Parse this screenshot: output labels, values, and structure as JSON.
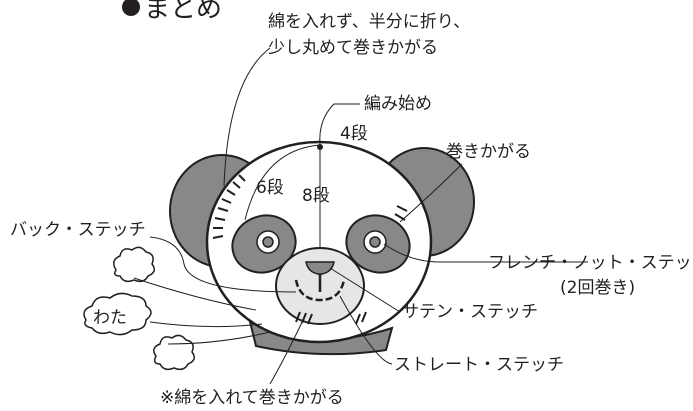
{
  "title": "まとめ",
  "labels": {
    "ear_top_line1": "綿を入れず、半分に折り、",
    "ear_top_line2": "少し丸めて巻きかがる",
    "start": "編み始め",
    "row4": "4段",
    "roll_whip": "巻きかがる",
    "row6": "6段",
    "row8": "8段",
    "back_stitch": "バック・ステッチ",
    "french_knot": "フレンチ・ノット・ステッチ",
    "french_knot_note": "(2回巻き)",
    "satin_stitch": "サテン・ステッチ",
    "wata": "わた",
    "straight_stitch": "ストレート・ステッチ",
    "stuff_note": "※綿を入れて巻きかがる"
  },
  "colors": {
    "outline": "#231f20",
    "gray_fill": "#888888",
    "light_fill": "#e6e6e6",
    "face_fill": "#ffffff"
  }
}
